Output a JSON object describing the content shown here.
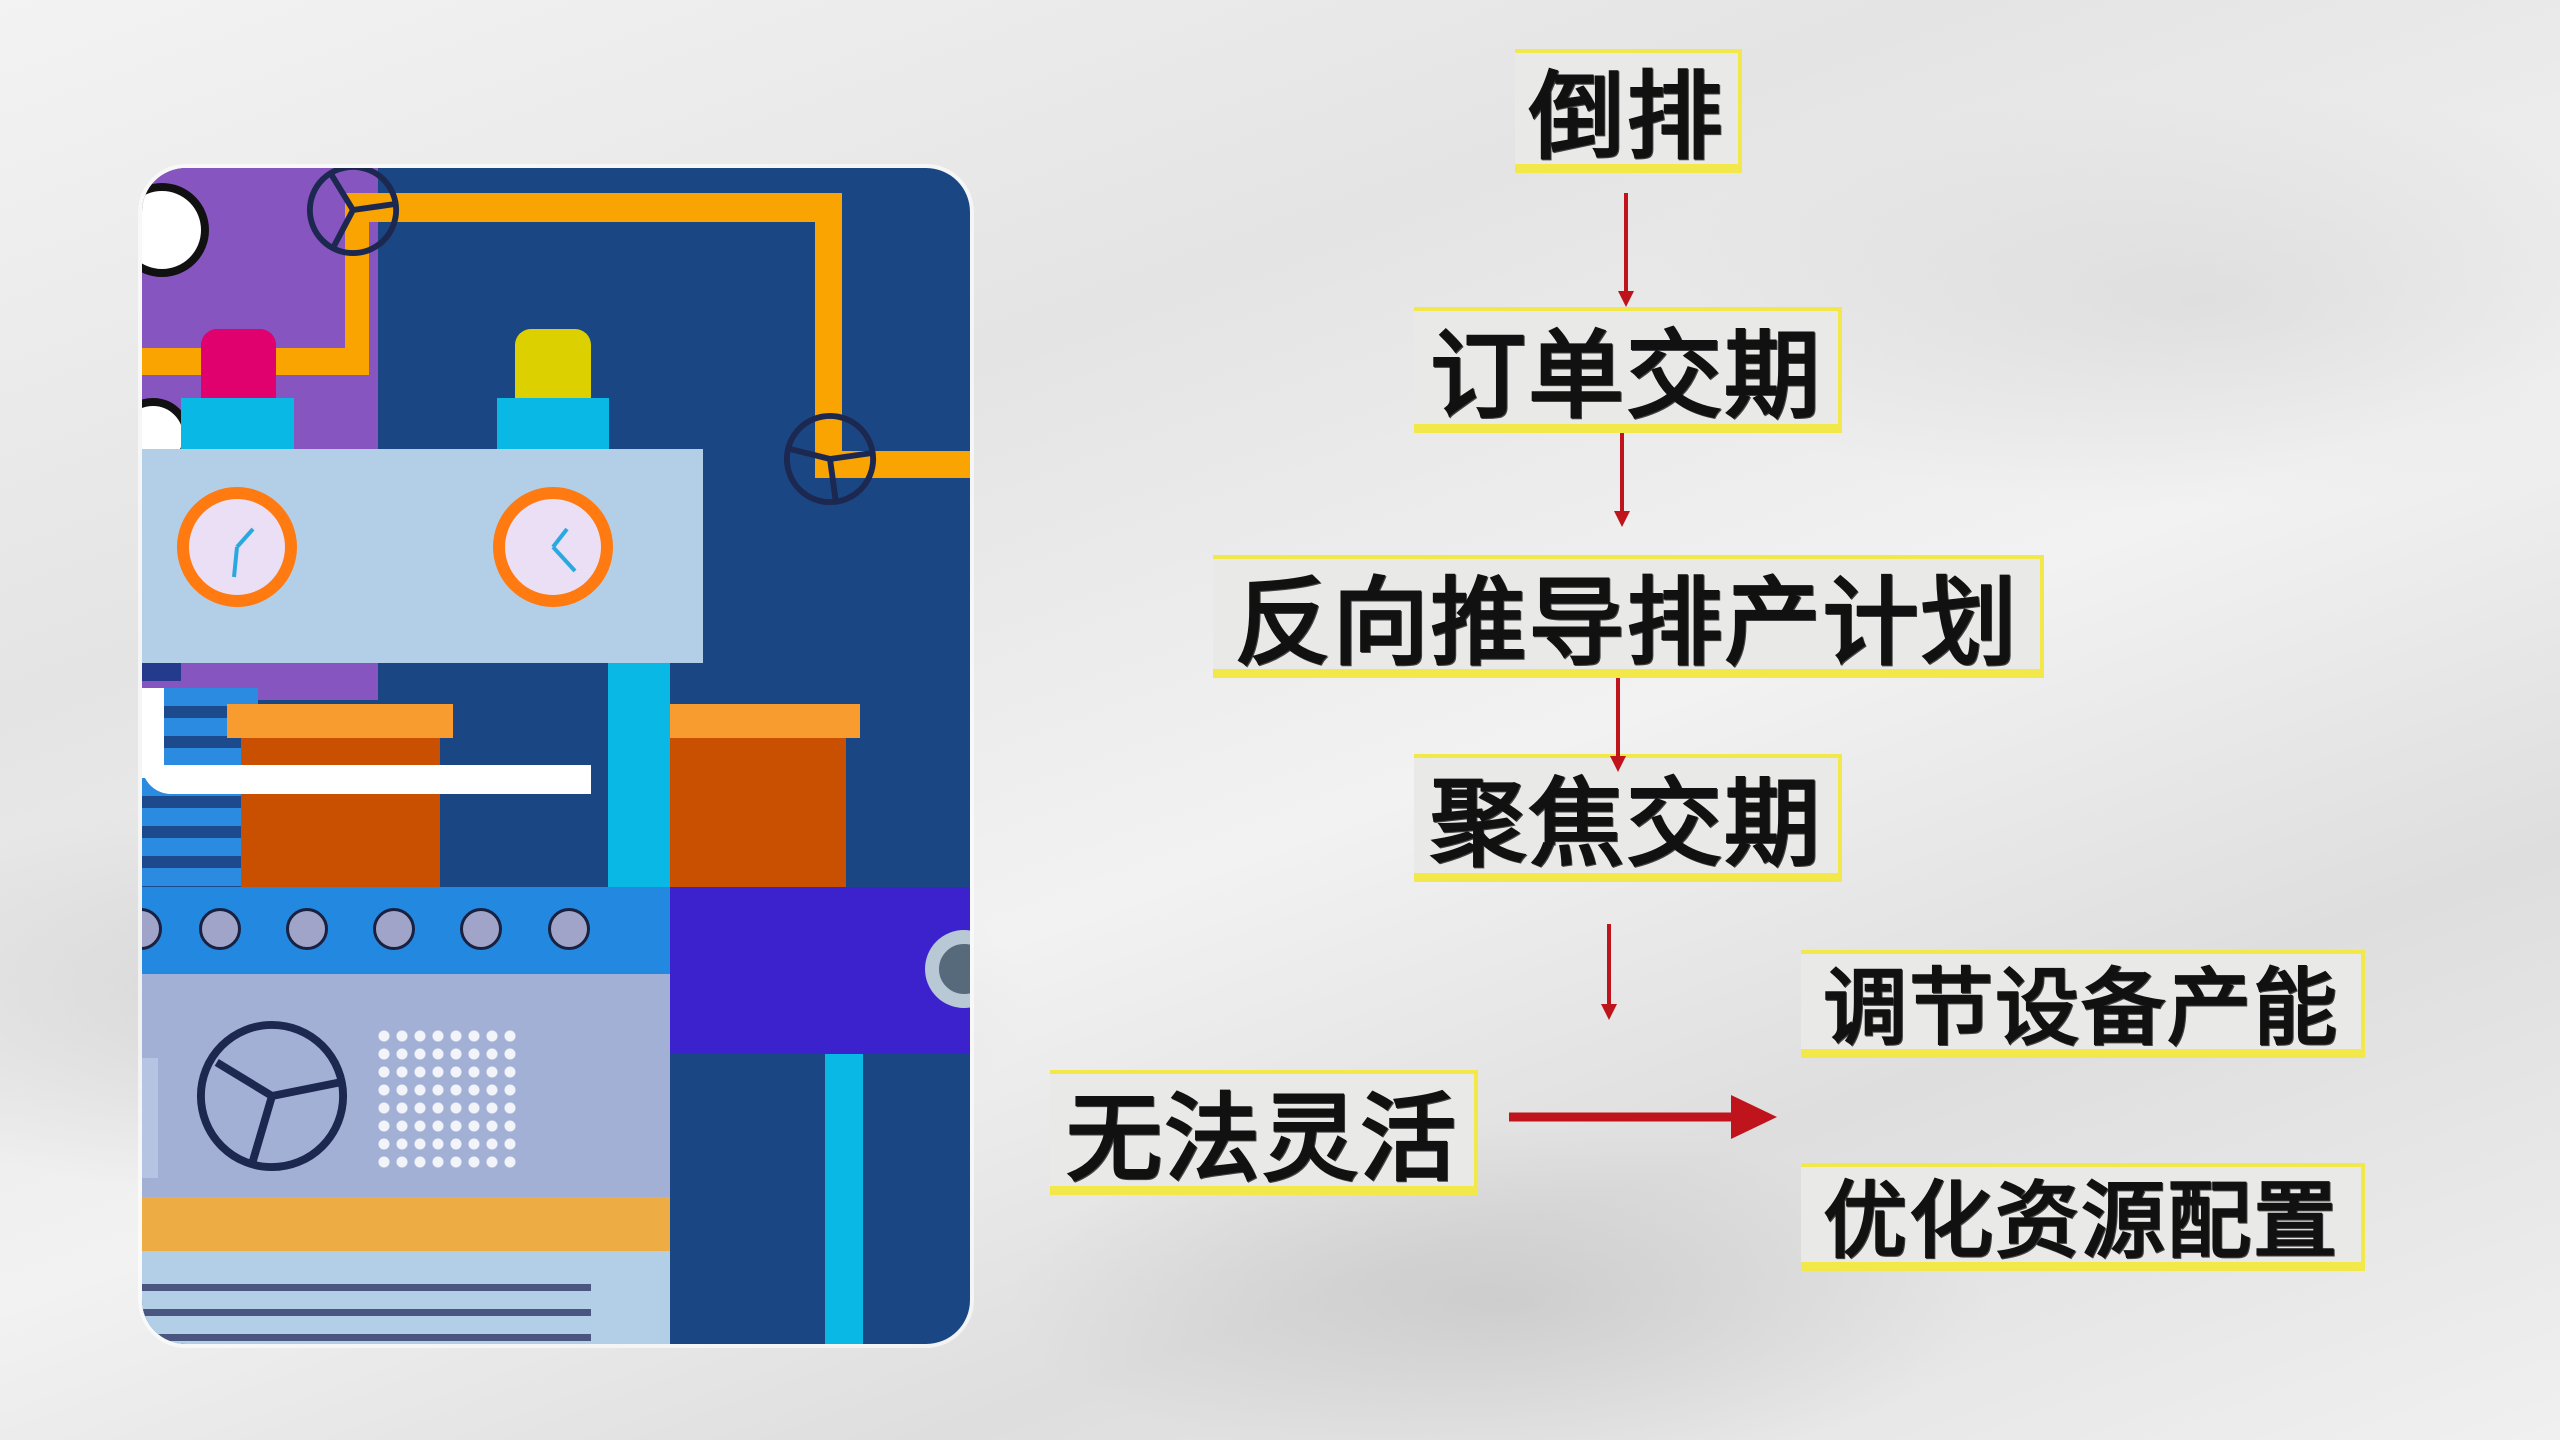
{
  "flow": {
    "step1": "倒排",
    "step2": "订单交期",
    "step3": "反向推导排产计划",
    "step4": "聚焦交期",
    "problem": "无法灵活",
    "outcome1": "调节设备产能",
    "outcome2": "优化资源配置"
  },
  "colors": {
    "arrow": "#c0141c",
    "highlight": "#f3e84a",
    "card_bg": "#1a4784"
  }
}
